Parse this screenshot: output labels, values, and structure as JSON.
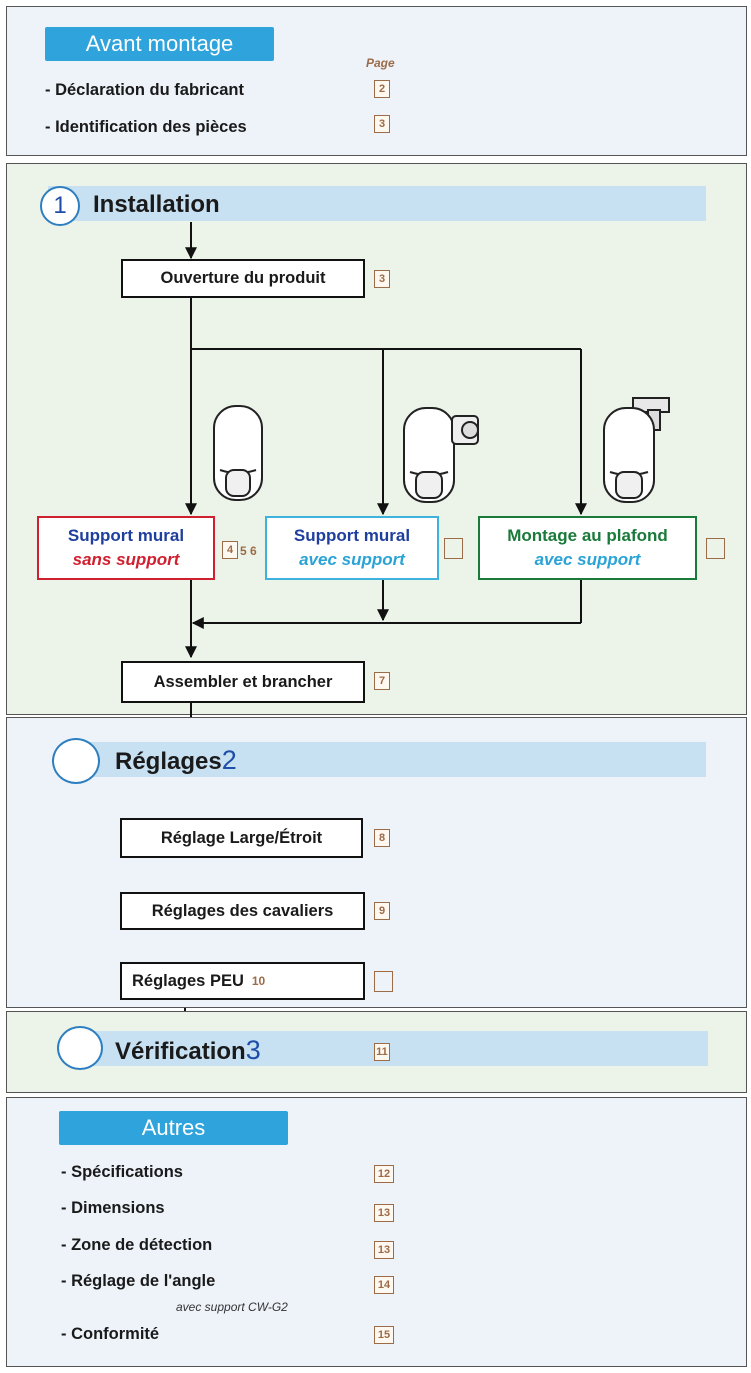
{
  "avant": {
    "title": "Avant montage",
    "page_label": "Page",
    "items": [
      {
        "label": "- Déclaration du fabricant",
        "page": "2"
      },
      {
        "label": "- Identification des pièces",
        "page": "3"
      }
    ]
  },
  "installation": {
    "number": "1",
    "title": "Installation",
    "step_open": {
      "label": "Ouverture du produit",
      "page": "3"
    },
    "options": [
      {
        "line1": "Support mural",
        "line2": "sans support",
        "page": "4",
        "extra": "5 6",
        "border": "#d01f2e",
        "line1_color": "#1f3f9e",
        "line2_color": "#d01f2e"
      },
      {
        "line1": "Support mural",
        "line2": "avec support",
        "page": "",
        "border": "#3fb1dd",
        "line1_color": "#1f3f9e",
        "line2_color": "#2aa3d6"
      },
      {
        "line1": "Montage au plafond",
        "line2": "avec support",
        "page": "",
        "border": "#1a7a3a",
        "line1_color": "#1a7a3a",
        "line2_color": "#2aa3d6"
      }
    ],
    "step_assemble": {
      "label": "Assembler et brancher",
      "page": "7"
    }
  },
  "reglages": {
    "title": "Réglages",
    "number": "2",
    "steps": [
      {
        "label": "Réglage Large/Étroit",
        "page": "8"
      },
      {
        "label": "Réglages des cavaliers",
        "page": "9"
      },
      {
        "label": "Réglages PEU",
        "inline_page": "10",
        "page": ""
      }
    ]
  },
  "verification": {
    "title": "Vérification",
    "number": "3",
    "page": "11"
  },
  "autres": {
    "title": "Autres",
    "items": [
      {
        "label": "- Spécifications",
        "page": "12"
      },
      {
        "label": "- Dimensions",
        "page": "13"
      },
      {
        "label": "- Zone de détection",
        "page": "13"
      },
      {
        "label": "- Réglage de l'angle",
        "page": "14"
      },
      {
        "label": "- Conformité",
        "page": "15"
      }
    ],
    "angle_note": "avec support CW-G2"
  },
  "colors": {
    "accent_blue": "#2ea3dc",
    "page_brown": "#9c6b47",
    "section_band": "#c7e0f2"
  }
}
